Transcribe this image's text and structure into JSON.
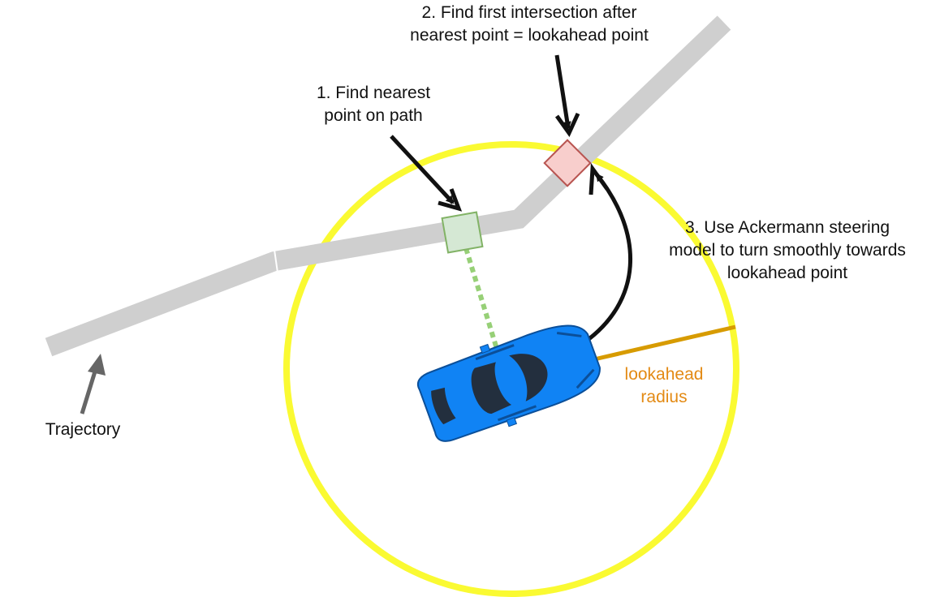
{
  "labels": {
    "step1_line1": "1. Find nearest",
    "step1_line2": "point on path",
    "step2_line1": "2. Find first intersection after",
    "step2_line2": "nearest point = lookahead point",
    "step3_line1": "3. Use Ackermann steering",
    "step3_line2": "model to turn smoothly towards",
    "step3_line3": "lookahead point",
    "radius_line1": "lookahead",
    "radius_line2": "radius",
    "trajectory": "Trajectory"
  },
  "colors": {
    "path": "#cfcfcf",
    "circle": "#fafa32",
    "car_body": "#1083f4",
    "car_dark": "#232f3e",
    "nearest_fill": "#d5e8d4",
    "nearest_stroke": "#82b366",
    "lookahead_fill": "#f8cecc",
    "lookahead_stroke": "#b85450",
    "radius_line": "#d79b00",
    "radius_text": "#e38a14",
    "dotted_line": "#97d077"
  },
  "icons": {
    "car": "car-top-view-icon"
  }
}
